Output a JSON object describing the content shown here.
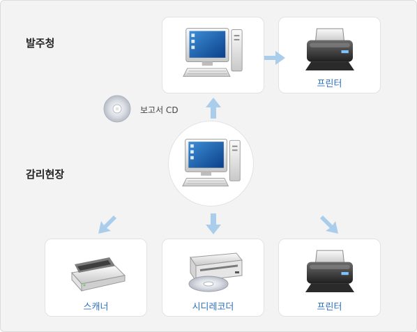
{
  "sections": {
    "ordering_agency": "발주청",
    "supervision_site": "감리현장"
  },
  "devices": {
    "printer_top": "프린터",
    "scanner": "스캐너",
    "cd_recorder": "시디레코더",
    "printer_bottom": "프린터"
  },
  "media": {
    "report_cd": "보고서 CD"
  },
  "icons": {
    "computer": "computer-icon",
    "printer": "printer-icon",
    "scanner": "scanner-icon",
    "cd_drive": "cd-drive-icon",
    "cd_disc": "cd-icon",
    "arrow": "arrow-icon"
  },
  "colors": {
    "background": "#f3f3f3",
    "card": "#ffffff",
    "label_blue": "#2c6fbf",
    "arrow": "#a9cdea"
  }
}
